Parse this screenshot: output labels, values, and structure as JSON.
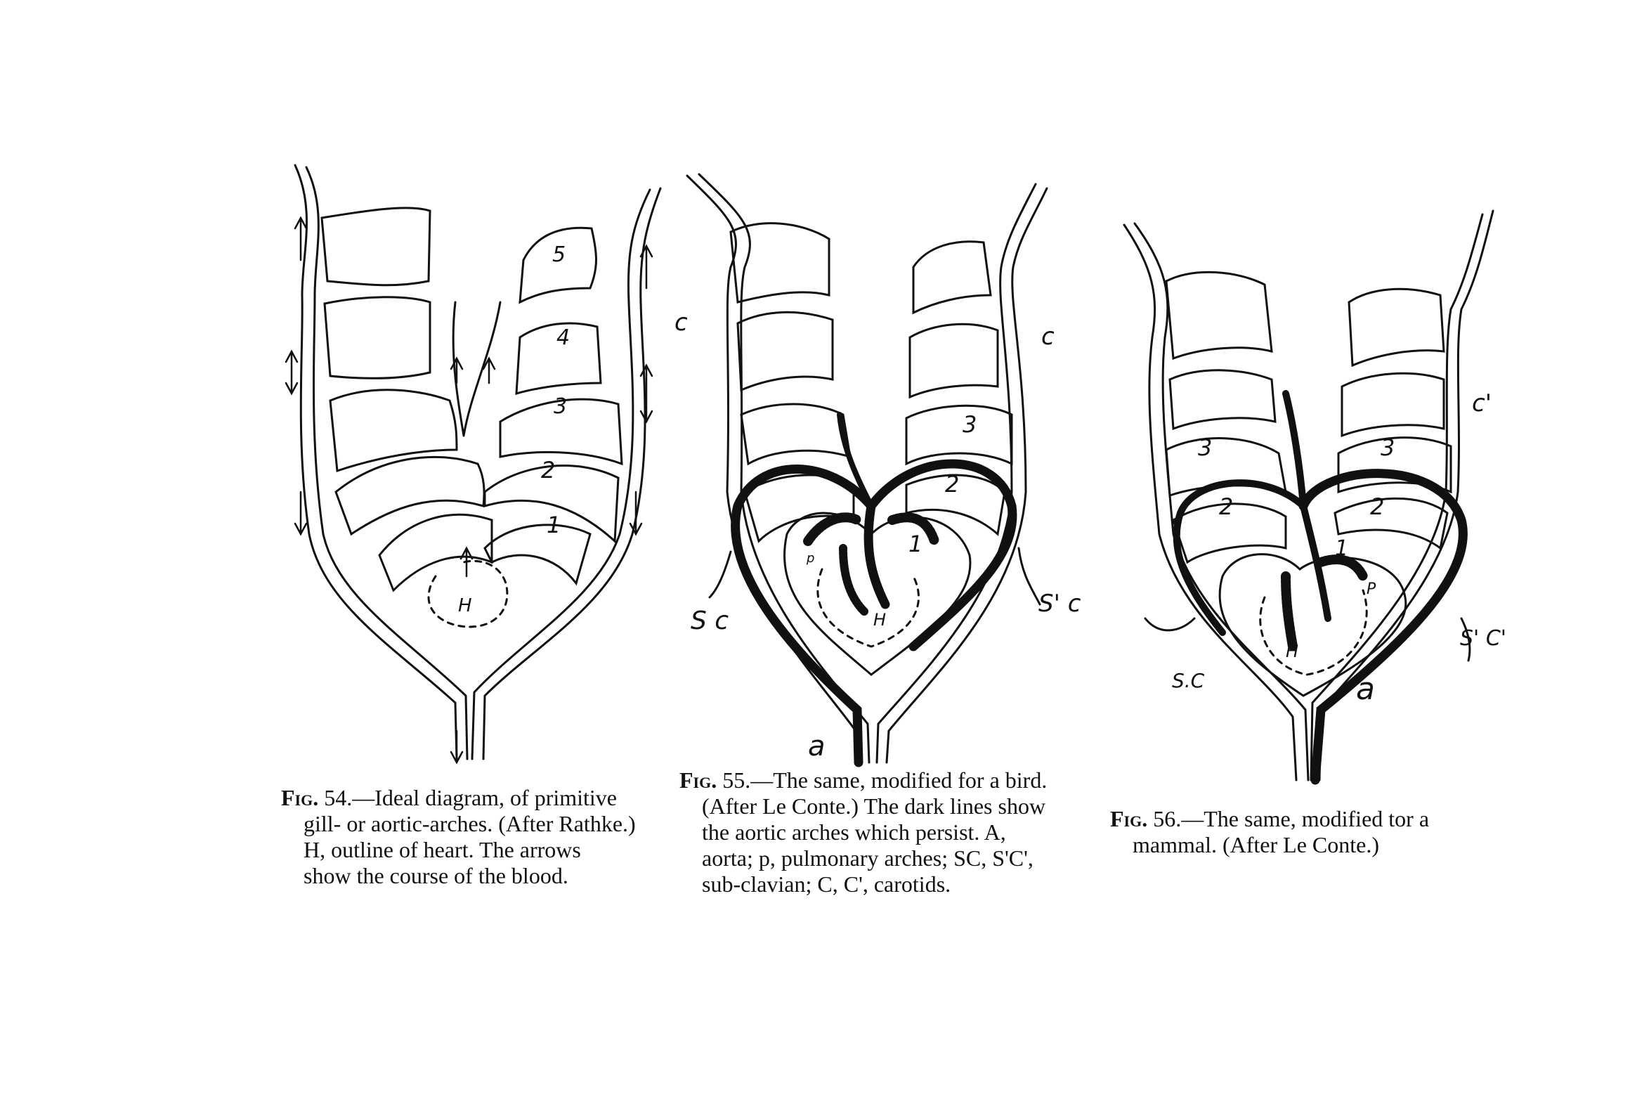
{
  "figure54": {
    "arch_numbers": [
      "1",
      "2",
      "3",
      "4",
      "5"
    ],
    "heart_label": "H",
    "caption": {
      "fig": "Fig.",
      "lines": [
        "54.—Ideal diagram, of primitive",
        "gill- or aortic-arches.  (After Rathke.)",
        "H, outline of heart.  The arrows",
        "show the course of the blood."
      ]
    }
  },
  "figure55": {
    "arch_numbers": [
      "1",
      "2",
      "3"
    ],
    "labels": {
      "carotid_left": "c",
      "carotid_right": "c",
      "subclavian_left": "S c",
      "subclavian_right": "S' c",
      "pulmonary": "p",
      "heart": "H",
      "aorta": "a"
    },
    "caption": {
      "fig": "Fig.",
      "lines": [
        "55.—The same, modified for a bird.",
        "(After Le Conte.)  The dark lines show",
        "the aortic arches which persist.  A,",
        "aorta; p, pulmonary arches; SC, S'C',",
        "sub-clavian; C, C', carotids."
      ]
    }
  },
  "figure56": {
    "arch_numbers": [
      "1",
      "2",
      "3"
    ],
    "labels": {
      "carotid": "c'",
      "subclavian_left": "S.C",
      "subclavian_right": "S' C'",
      "pulmonary": "P",
      "heart": "H",
      "aorta": "a"
    },
    "caption": {
      "fig": "Fig.",
      "lines": [
        "56.—The same, modified tor a",
        "mammal.  (After Le Conte.)"
      ]
    }
  }
}
